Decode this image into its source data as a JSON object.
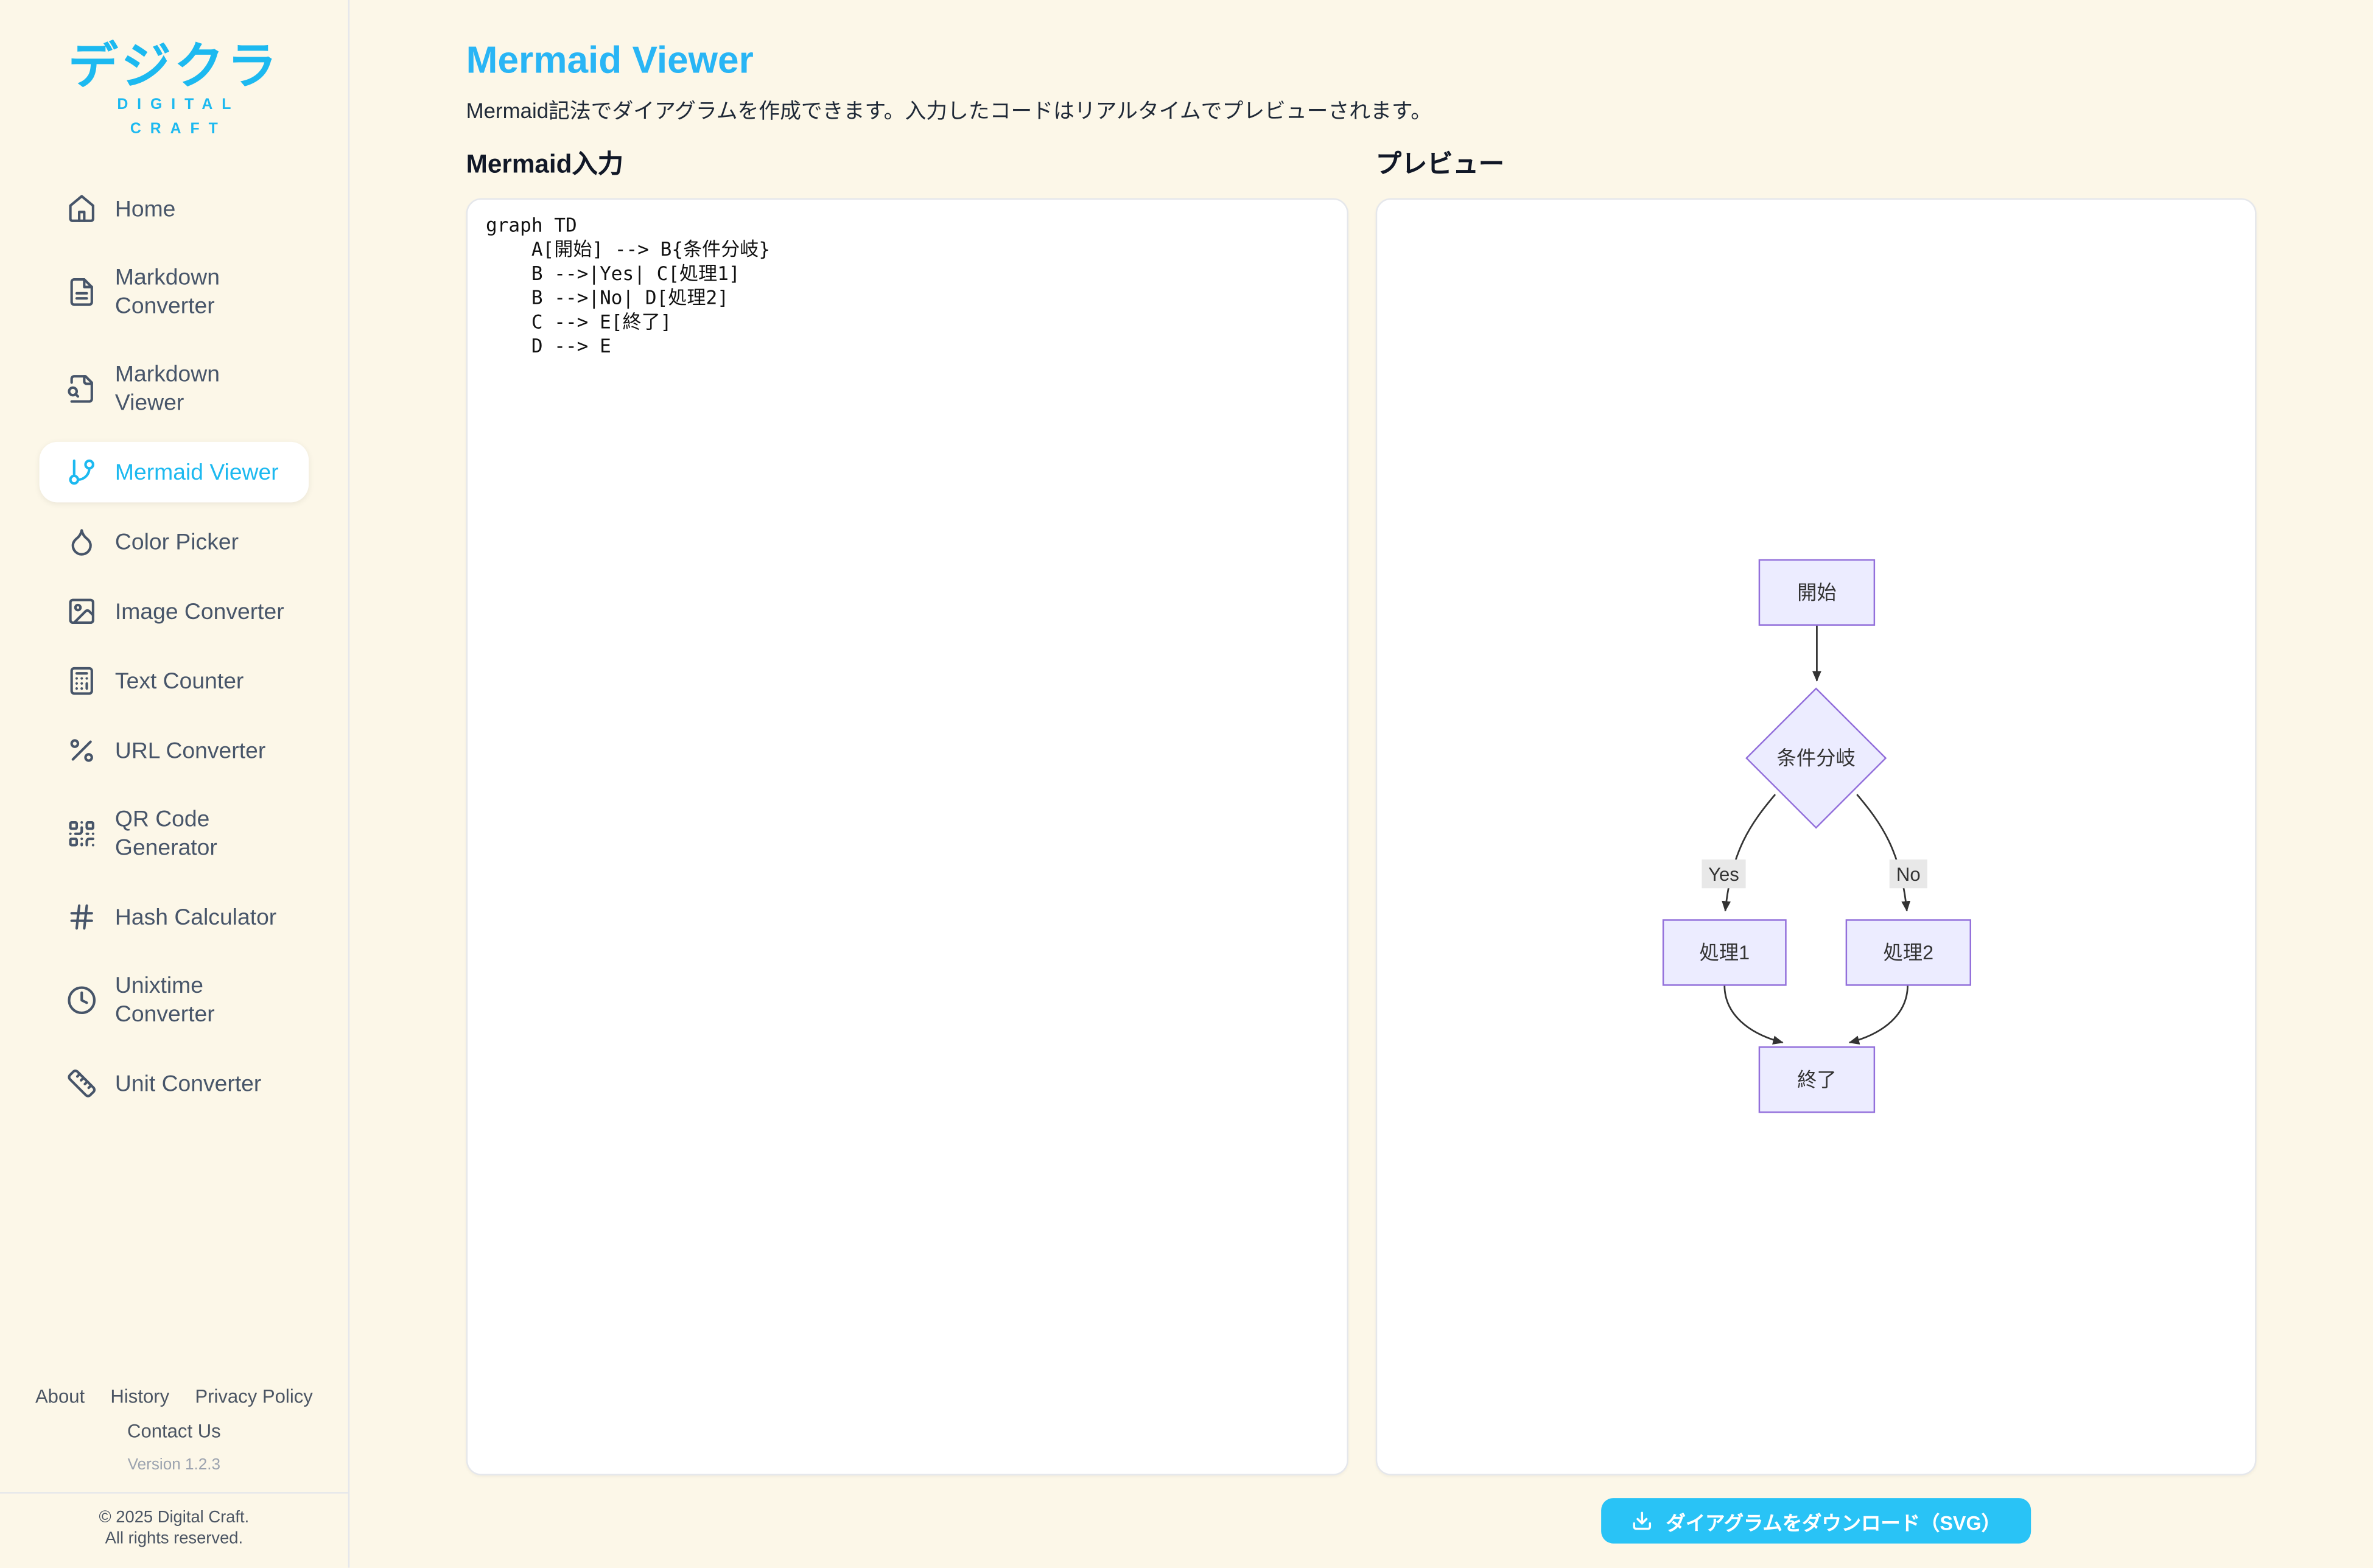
{
  "colors": {
    "background": "#fcf7e8",
    "brand_cyan": "#1cb9f0",
    "title_blue": "#29b5f5",
    "button_cyan": "#29c3f6",
    "node_fill": "#ECECFF",
    "node_border": "#9370DB",
    "edge_color": "#333333",
    "edge_label_bg": "#e8e8e8"
  },
  "sidebar": {
    "logo": {
      "title": "デジクラ",
      "subtitle_line1": "DIGITAL",
      "subtitle_line2": "CRAFT"
    },
    "items": [
      {
        "label": "Home",
        "icon": "home-icon",
        "active": false
      },
      {
        "label": "Markdown Converter",
        "icon": "file-text-icon",
        "active": false
      },
      {
        "label": "Markdown Viewer",
        "icon": "file-search-icon",
        "active": false
      },
      {
        "label": "Mermaid Viewer",
        "icon": "git-branch-icon",
        "active": true
      },
      {
        "label": "Color Picker",
        "icon": "droplet-icon",
        "active": false
      },
      {
        "label": "Image Converter",
        "icon": "image-icon",
        "active": false
      },
      {
        "label": "Text Counter",
        "icon": "calculator-icon",
        "active": false
      },
      {
        "label": "URL Converter",
        "icon": "percent-icon",
        "active": false
      },
      {
        "label": "QR Code Generator",
        "icon": "qr-code-icon",
        "active": false
      },
      {
        "label": "Hash Calculator",
        "icon": "hash-icon",
        "active": false
      },
      {
        "label": "Unixtime Converter",
        "icon": "clock-icon",
        "active": false
      },
      {
        "label": "Unit Converter",
        "icon": "ruler-icon",
        "active": false
      }
    ],
    "footer": {
      "links": [
        "About",
        "History",
        "Privacy Policy"
      ],
      "contact": "Contact Us",
      "version": "Version 1.2.3",
      "copyright_line1": "© 2025 Digital Craft.",
      "copyright_line2": "All rights reserved."
    }
  },
  "main": {
    "title": "Mermaid Viewer",
    "subtitle": "Mermaid記法でダイアグラムを作成できます。入力したコードはリアルタイムでプレビューされます。",
    "input_heading": "Mermaid入力",
    "preview_heading": "プレビュー",
    "code": "graph TD\n    A[開始] --> B{条件分岐}\n    B -->|Yes| C[処理1]\n    B -->|No| D[処理2]\n    C --> E[終了]\n    D --> E",
    "download_button": "ダイアグラムをダウンロード（SVG）"
  },
  "diagram": {
    "type": "flowchart",
    "direction": "TD",
    "nodes": [
      {
        "id": "A",
        "shape": "rect",
        "label": "開始"
      },
      {
        "id": "B",
        "shape": "diamond",
        "label": "条件分岐"
      },
      {
        "id": "C",
        "shape": "rect",
        "label": "処理1"
      },
      {
        "id": "D",
        "shape": "rect",
        "label": "処理2"
      },
      {
        "id": "E",
        "shape": "rect",
        "label": "終了"
      }
    ],
    "edges": [
      {
        "from": "A",
        "to": "B",
        "label": ""
      },
      {
        "from": "B",
        "to": "C",
        "label": "Yes"
      },
      {
        "from": "B",
        "to": "D",
        "label": "No"
      },
      {
        "from": "C",
        "to": "E",
        "label": ""
      },
      {
        "from": "D",
        "to": "E",
        "label": ""
      }
    ]
  }
}
